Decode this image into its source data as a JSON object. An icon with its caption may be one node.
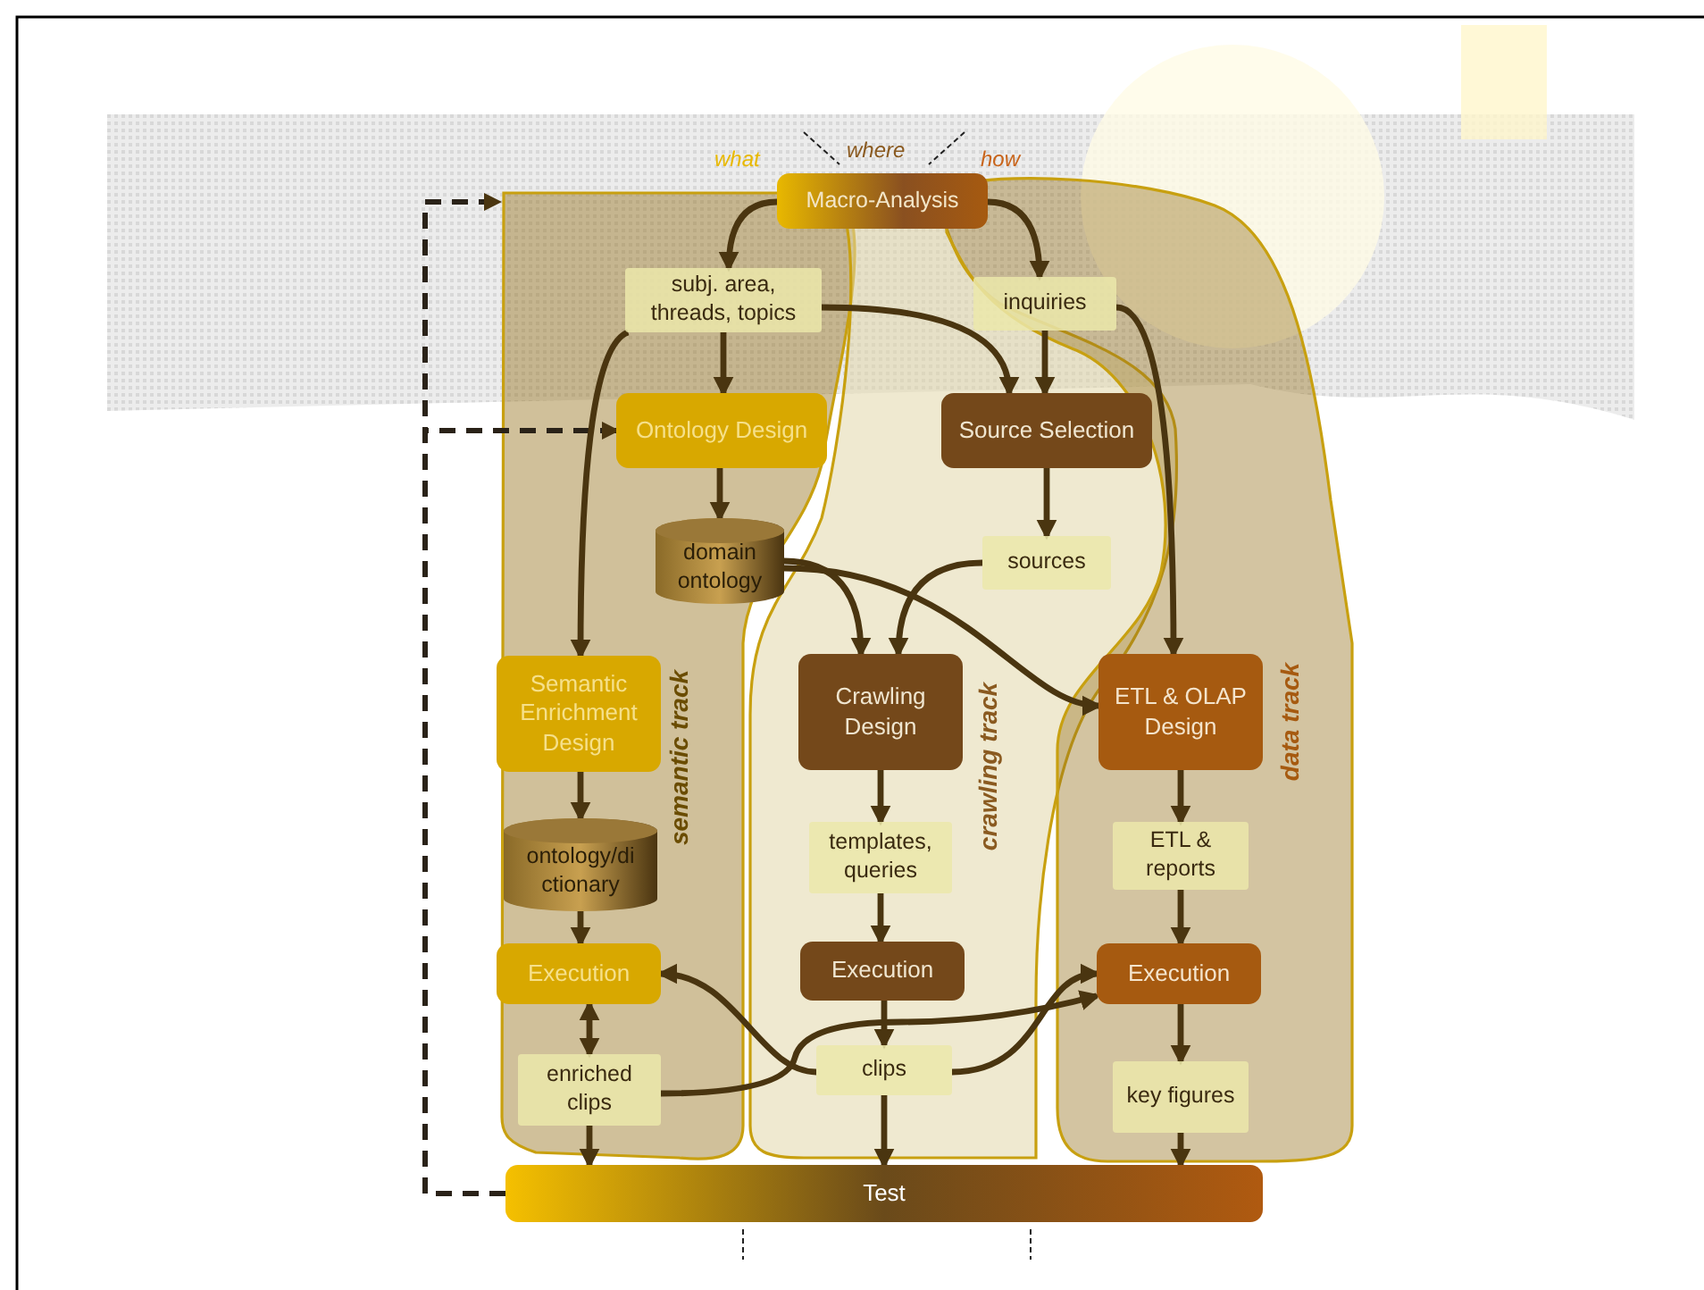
{
  "diagram": {
    "nodes": [
      {
        "text": [
          "Macro-Analysis"
        ]
      },
      {
        "text": [
          "semantic track"
        ]
      },
      {
        "text": [
          "subj. area, threads, topics"
        ],
        "in": 1
      },
      {
        "text": [
          "Ontology Design"
        ],
        "in": 1
      },
      {
        "text": [
          "domain ontology"
        ],
        "in": 1
      },
      {
        "text": [
          "Semantic Enrichment Design"
        ],
        "in": 1
      },
      {
        "text": [
          "ontology/di ctionary"
        ],
        "in": 1
      },
      {
        "text": [
          "Execution"
        ],
        "in": 1
      },
      {
        "text": [
          "enriched clips"
        ],
        "in": 1
      },
      {
        "text": [
          "crawling track"
        ]
      },
      {
        "text": [
          "Source Selection"
        ],
        "in": 9
      },
      {
        "text": [
          "sources"
        ],
        "in": 9
      },
      {
        "text": [
          "Crawling Design"
        ],
        "in": 9
      },
      {
        "text": [
          "templates, queries"
        ],
        "in": 9
      },
      {
        "text": [
          "Execution"
        ],
        "in": 9
      },
      {
        "text": [
          "clips"
        ],
        "in": 9
      },
      {
        "text": [
          "data track"
        ]
      },
      {
        "text": [
          "inquiries"
        ],
        "in": 16
      },
      {
        "text": [
          "ETL & OLAP Design"
        ],
        "in": 16
      },
      {
        "text": [
          "ETL & reports"
        ],
        "in": 16
      },
      {
        "text": [
          "Execution"
        ],
        "in": 16
      },
      {
        "text": [
          "key figures"
        ],
        "in": 16
      },
      {
        "text": [
          "Test"
        ]
      }
    ],
    "edges": [
      {
        "from": 22,
        "to": 1,
        "arrow": "to",
        "style": "dashed"
      },
      {
        "from": 22,
        "to": 3,
        "arrow": "to",
        "style": "dashed"
      },
      {
        "from": 0,
        "to": 2,
        "arrow": "to"
      },
      {
        "from": 0,
        "to": 17,
        "arrow": "to"
      },
      {
        "from": 2,
        "to": 3,
        "arrow": "to"
      },
      {
        "from": 2,
        "to": 5,
        "arrow": "to"
      },
      {
        "from": 2,
        "to": 10,
        "arrow": "to"
      },
      {
        "from": 3,
        "to": 4,
        "arrow": "to"
      },
      {
        "from": 4,
        "to": 12,
        "arrow": "to"
      },
      {
        "from": 4,
        "to": 18,
        "arrow": "to"
      },
      {
        "from": 17,
        "to": 10,
        "arrow": "to"
      },
      {
        "from": 17,
        "to": 18,
        "arrow": "to"
      },
      {
        "from": 10,
        "to": 11,
        "arrow": "to"
      },
      {
        "from": 11,
        "to": 12,
        "arrow": "to"
      },
      {
        "from": 5,
        "to": 6,
        "arrow": "to"
      },
      {
        "from": 6,
        "to": 7,
        "arrow": "to"
      },
      {
        "from": 7,
        "to": 8,
        "arrow": "both"
      },
      {
        "from": 8,
        "to": 22,
        "arrow": "to"
      },
      {
        "from": 12,
        "to": 13,
        "arrow": "to"
      },
      {
        "from": 13,
        "to": 14,
        "arrow": "to"
      },
      {
        "from": 14,
        "to": 15,
        "arrow": "to"
      },
      {
        "from": 15,
        "to": 22,
        "arrow": "to"
      },
      {
        "from": 15,
        "to": 7,
        "arrow": "to"
      },
      {
        "from": 8,
        "to": 20,
        "arrow": "to"
      },
      {
        "from": 15,
        "to": 20,
        "arrow": "to"
      },
      {
        "from": 18,
        "to": 19,
        "arrow": "to"
      },
      {
        "from": 19,
        "to": 20,
        "arrow": "to"
      },
      {
        "from": 20,
        "to": 21,
        "arrow": "to"
      },
      {
        "from": 21,
        "to": 22,
        "arrow": "to"
      }
    ],
    "labels": [
      "what",
      "where",
      "how"
    ]
  }
}
